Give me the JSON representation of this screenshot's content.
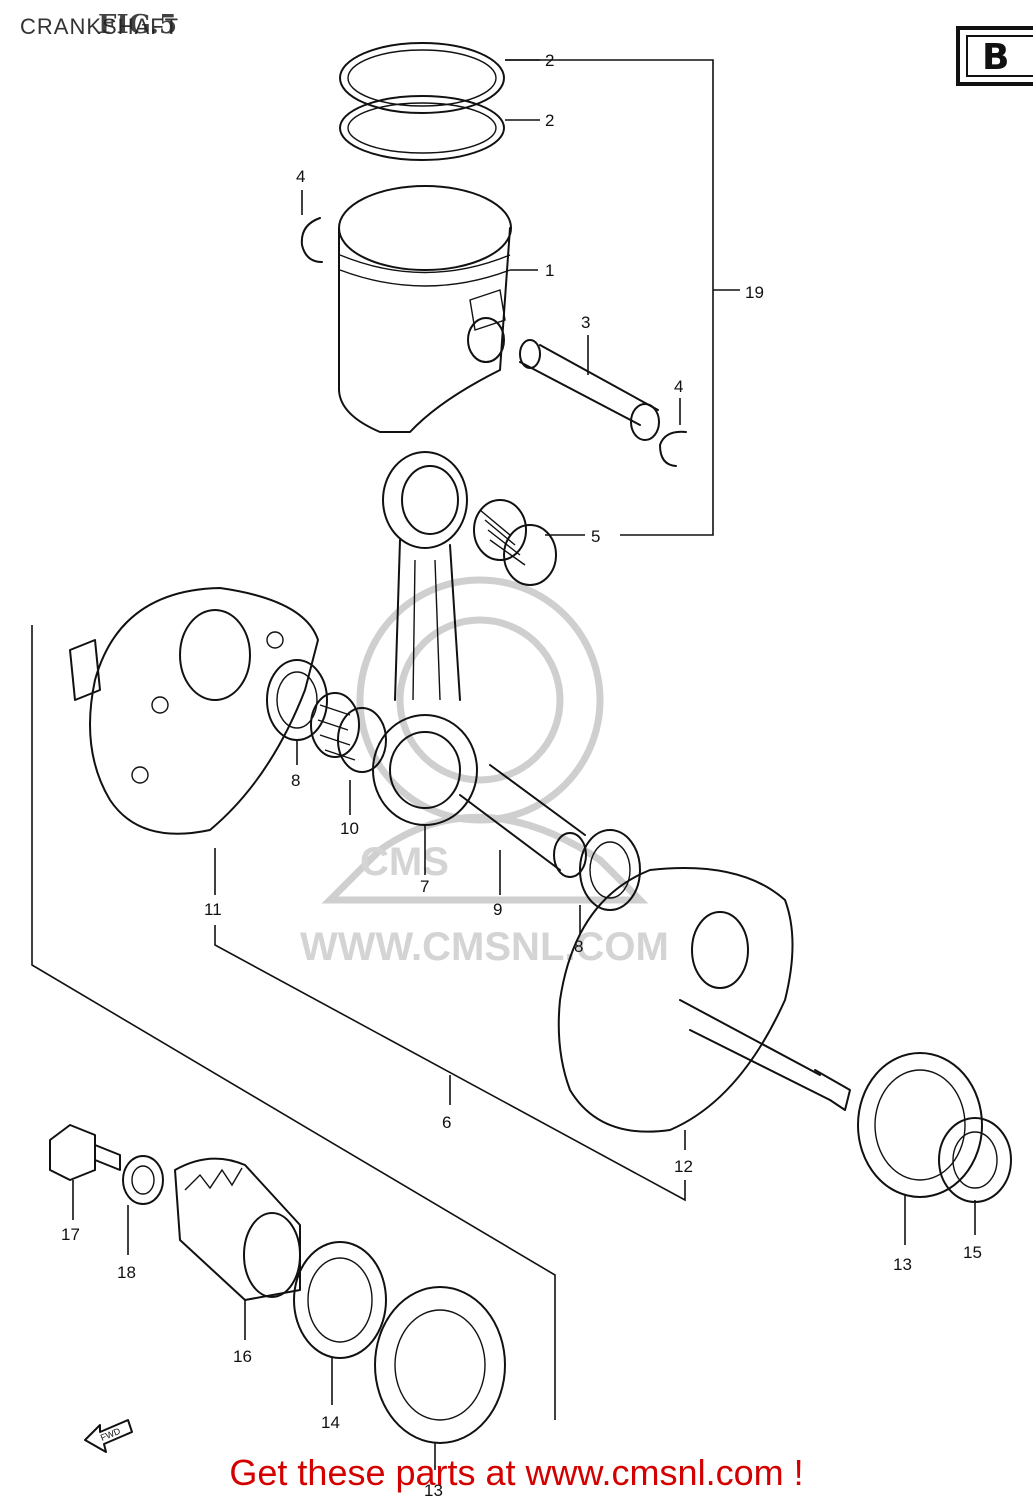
{
  "header": {
    "title": "CRANKSHAFT",
    "fig_label": "FIG.5",
    "sheet_code": "B"
  },
  "watermark": {
    "text": "WWW.CMSNL.COM",
    "logo": "CMS"
  },
  "diagram": {
    "callouts": [
      {
        "id": "c-2a",
        "text": "2"
      },
      {
        "id": "c-2b",
        "text": "2"
      },
      {
        "id": "c-4a",
        "text": "4"
      },
      {
        "id": "c-1",
        "text": "1"
      },
      {
        "id": "c-19",
        "text": "19"
      },
      {
        "id": "c-3",
        "text": "3"
      },
      {
        "id": "c-4b",
        "text": "4"
      },
      {
        "id": "c-5",
        "text": "5"
      },
      {
        "id": "c-8a",
        "text": "8"
      },
      {
        "id": "c-10",
        "text": "10"
      },
      {
        "id": "c-7",
        "text": "7"
      },
      {
        "id": "c-9",
        "text": "9"
      },
      {
        "id": "c-8b",
        "text": "8"
      },
      {
        "id": "c-11",
        "text": "11"
      },
      {
        "id": "c-6",
        "text": "6"
      },
      {
        "id": "c-12",
        "text": "12"
      },
      {
        "id": "c-13",
        "text": "13"
      },
      {
        "id": "c-15",
        "text": "15"
      },
      {
        "id": "c-17",
        "text": "17"
      },
      {
        "id": "c-18",
        "text": "18"
      },
      {
        "id": "c-16",
        "text": "16"
      },
      {
        "id": "c-14",
        "text": "14"
      },
      {
        "id": "c-13b",
        "text": "13"
      }
    ],
    "arrow_label": "FWD"
  },
  "footer": {
    "promo_text": "Get these parts at www.cmsnl.com !"
  },
  "colors": {
    "promo": "#d40000",
    "line": "#111111",
    "watermark": "#d4d4d4"
  }
}
